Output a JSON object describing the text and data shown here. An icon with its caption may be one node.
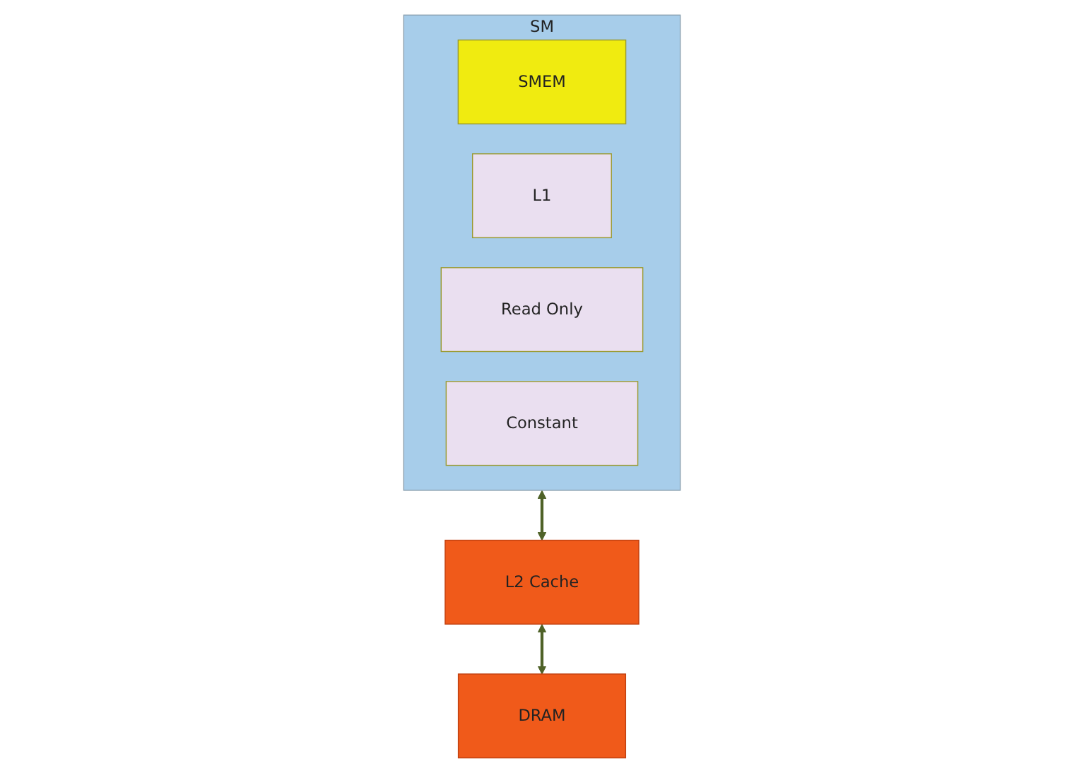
{
  "diagram": {
    "nodes": [
      {
        "text": [
          "SM"
        ]
      },
      {
        "text": [
          "SMEM"
        ],
        "in": 0
      },
      {
        "text": [
          "L1"
        ],
        "in": 0
      },
      {
        "text": [
          "Read Only"
        ],
        "in": 0
      },
      {
        "text": [
          "Constant"
        ],
        "in": 0
      },
      {
        "text": [
          "L2 Cache"
        ]
      },
      {
        "text": [
          "DRAM"
        ]
      }
    ],
    "edges": [
      {
        "from": 0,
        "to": 5,
        "arrow": "both"
      },
      {
        "from": 5,
        "to": 6,
        "arrow": "both"
      }
    ]
  }
}
